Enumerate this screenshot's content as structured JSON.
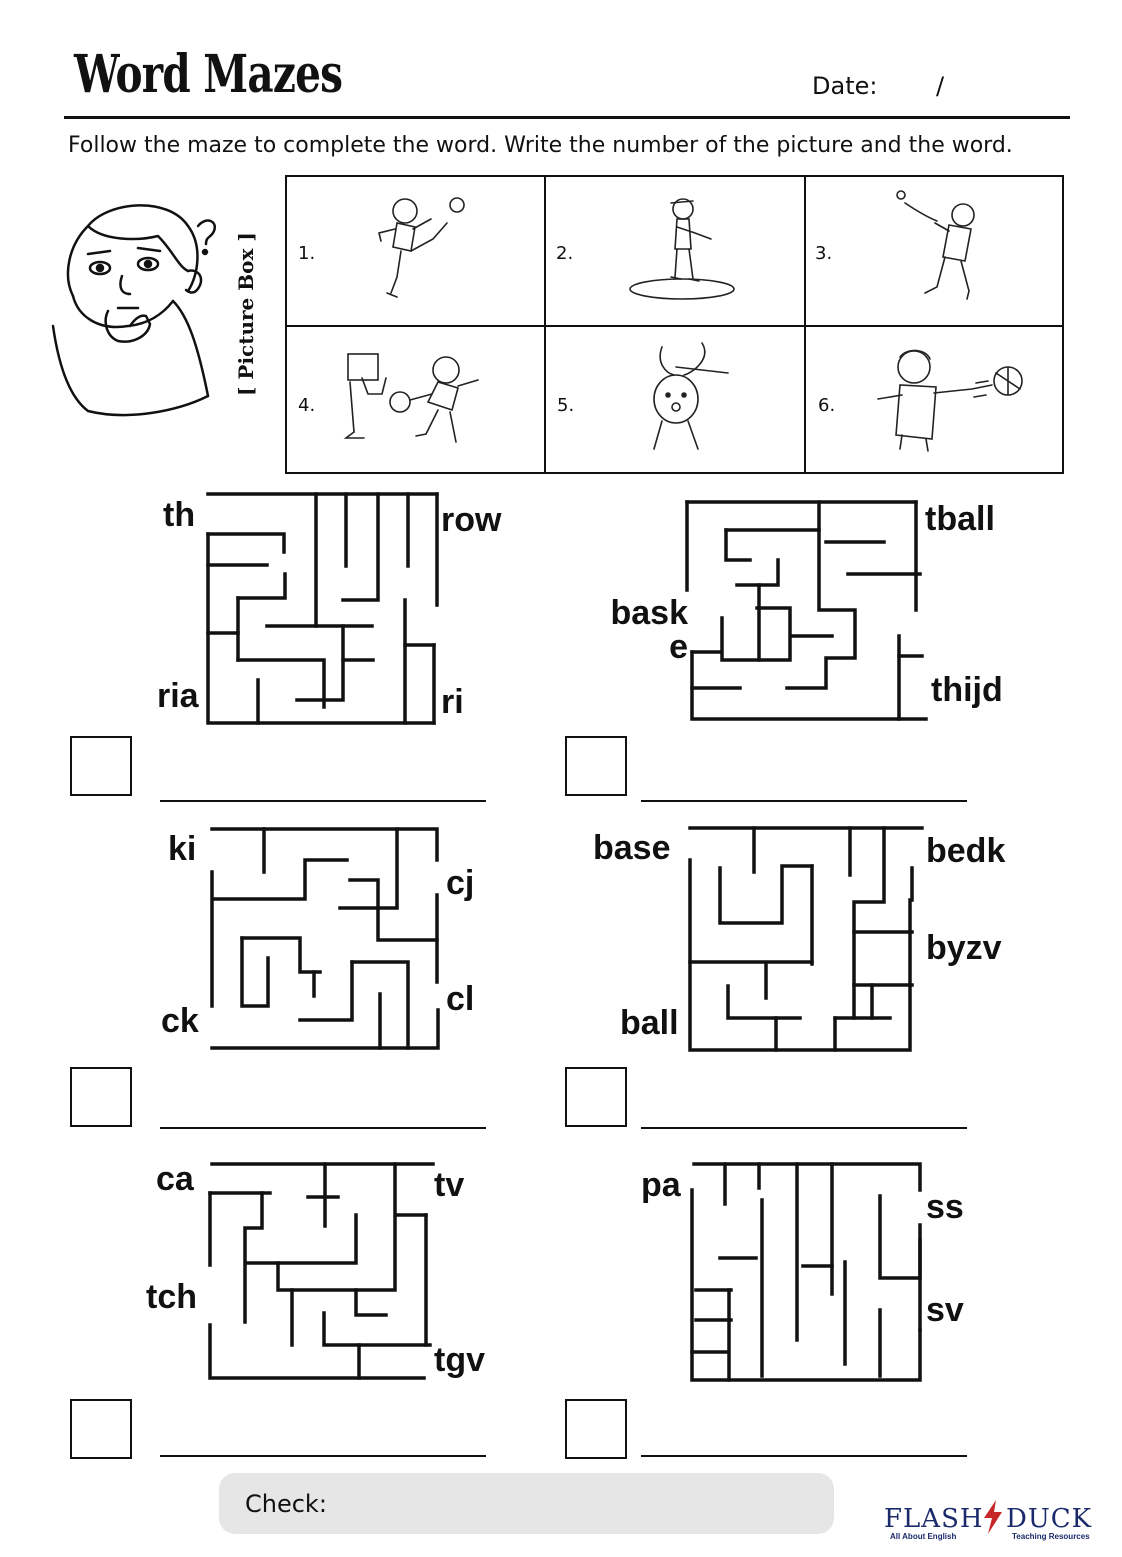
{
  "header": {
    "title": "Word Mazes",
    "date_label": "Date:",
    "date_separator": "/"
  },
  "instructions": "Follow the maze to complete the word. Write the number of the picture and the word.",
  "picture_box": {
    "label": "[ Picture Box ]",
    "items": [
      {
        "number": "1.",
        "icon": "kicking-ball-boy"
      },
      {
        "number": "2.",
        "icon": "baseball-batter"
      },
      {
        "number": "3.",
        "icon": "throwing-ball-boy"
      },
      {
        "number": "4.",
        "icon": "basketball-girl"
      },
      {
        "number": "5.",
        "icon": "holding-rabbit"
      },
      {
        "number": "6.",
        "icon": "catching-basketball-boy"
      }
    ]
  },
  "mazes": [
    {
      "start": "th",
      "endings": [
        "row",
        "ria",
        "ri"
      ]
    },
    {
      "start": "tball",
      "endings": [
        "bask\ne",
        "thijd"
      ]
    },
    {
      "start": "ki",
      "endings": [
        "cj",
        "cl",
        "ck"
      ]
    },
    {
      "start": "base",
      "endings": [
        "bedk",
        "byzv",
        "ball"
      ]
    },
    {
      "start": "ca",
      "endings": [
        "tv",
        "tch",
        "tgv"
      ]
    },
    {
      "start": "pa",
      "endings": [
        "ss",
        "sv"
      ]
    }
  ],
  "check_label": "Check:",
  "logo": {
    "name_left": "FLASH",
    "name_right": "DUCK",
    "tagline_left": "All About English",
    "tagline_right": "Teaching Resources"
  }
}
